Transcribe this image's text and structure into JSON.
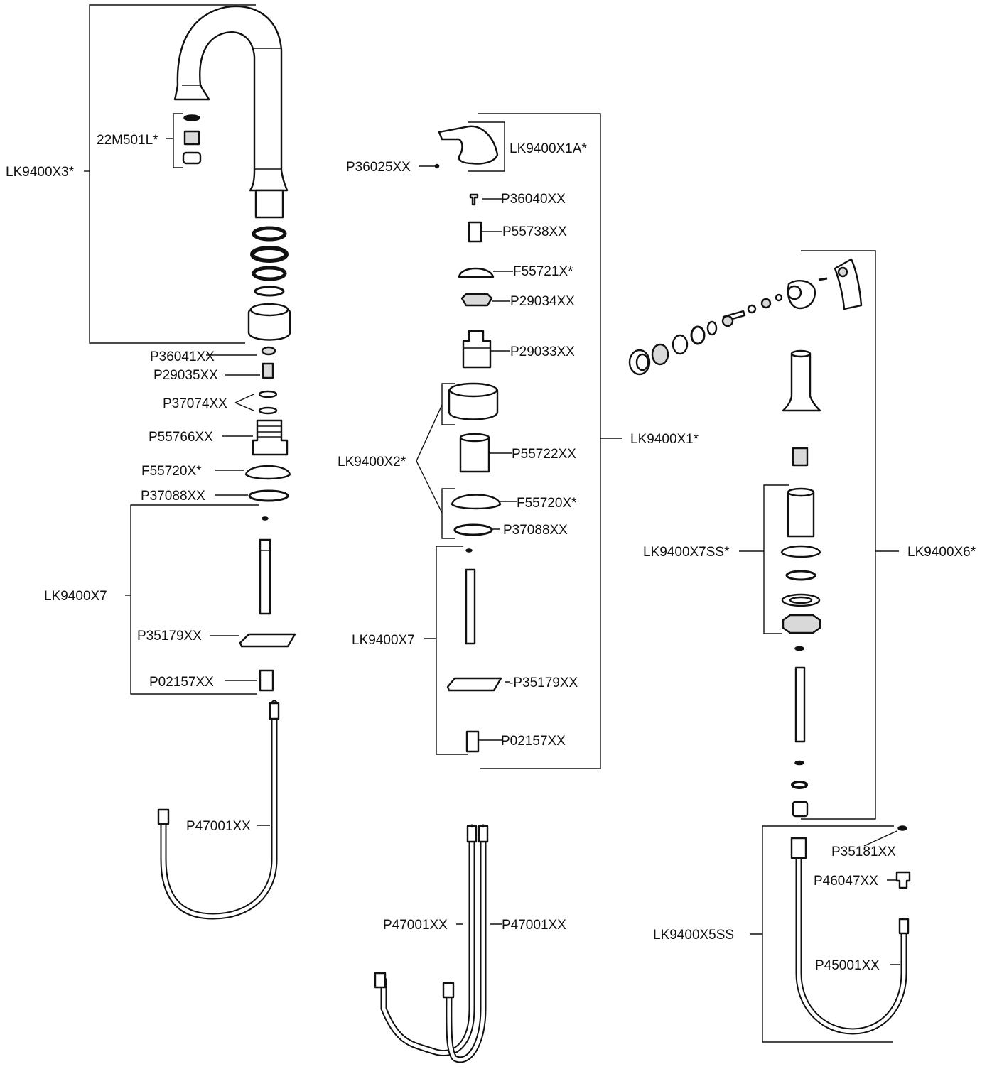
{
  "parts": {
    "lk9400x3": "LK9400X3*",
    "m22501l": "22M501L*",
    "p36041": "P36041XX",
    "p29035": "P29035XX",
    "p37074": "P37074XX",
    "p55766": "P55766XX",
    "f55720_left": "F55720X*",
    "p37088_left": "P37088XX",
    "lk9400x7_left": "LK9400X7",
    "p35179_left": "P35179XX",
    "p02157_left": "P02157XX",
    "p47001_left": "P47001XX",
    "p36025": "P36025XX",
    "lk9400x1a": "LK9400X1A*",
    "p36040": "P36040XX",
    "p55738": "P55738XX",
    "f55721": "F55721X*",
    "p29034": "P29034XX",
    "p29033": "P29033XX",
    "lk9400x2": "LK9400X2*",
    "p55722": "P55722XX",
    "lk9400x1": "LK9400X1*",
    "f55720_mid": "F55720X*",
    "p37088_mid": "P37088XX",
    "lk9400x7_mid": "LK9400X7",
    "p35179_mid": "-P35179XX",
    "p02157_mid": "P02157XX",
    "p47001_mid_a": "P47001XX",
    "p47001_mid_b": "P47001XX",
    "lk9400x7ss": "LK9400X7SS*",
    "lk9400x6": "LK9400X6*",
    "p35181": "P35181XX",
    "p46047": "P46047XX",
    "lk9400x5ss": "LK9400X5SS",
    "p45001": "P45001XX"
  }
}
